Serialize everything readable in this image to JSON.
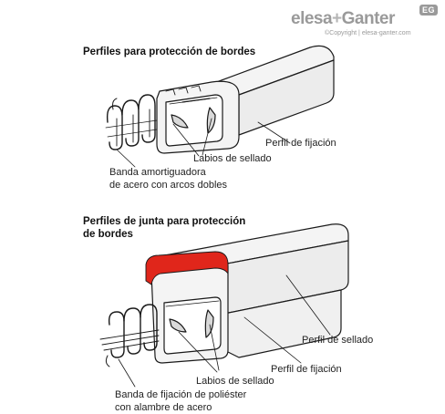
{
  "brand": {
    "logo_text": "elesa+Ganter",
    "logo_part1": "elesa",
    "logo_plus": "+",
    "logo_part2": "Ganter",
    "badge": "EG",
    "copyright": "©Copyright | elesa-ganter.com"
  },
  "section1": {
    "title": "Perfiles para protección de bordes",
    "labels": {
      "clamping_profile": "Perfil de fijación",
      "sealing_lips": "Labios de sellado",
      "steel_band_line1": "Banda amortiguadora",
      "steel_band_line2": "de acero con arcos dobles"
    }
  },
  "section2": {
    "title_line1": "Perfiles de junta para protección",
    "title_line2": "de bordes",
    "labels": {
      "sealing_profile": "Perfil de sellado",
      "clamping_profile": "Perfil de fijación",
      "sealing_lips": "Labios de sellado",
      "polyester_band_line1": "Banda de fijación de poliéster",
      "polyester_band_line2": "con alambre de acero"
    }
  },
  "colors": {
    "outline": "#1a1a1a",
    "profile_fill": "#f4f4f4",
    "shade": "#d9d9d9",
    "seal_highlight": "#e0261b",
    "logo_gray": "#9a9a9a"
  }
}
